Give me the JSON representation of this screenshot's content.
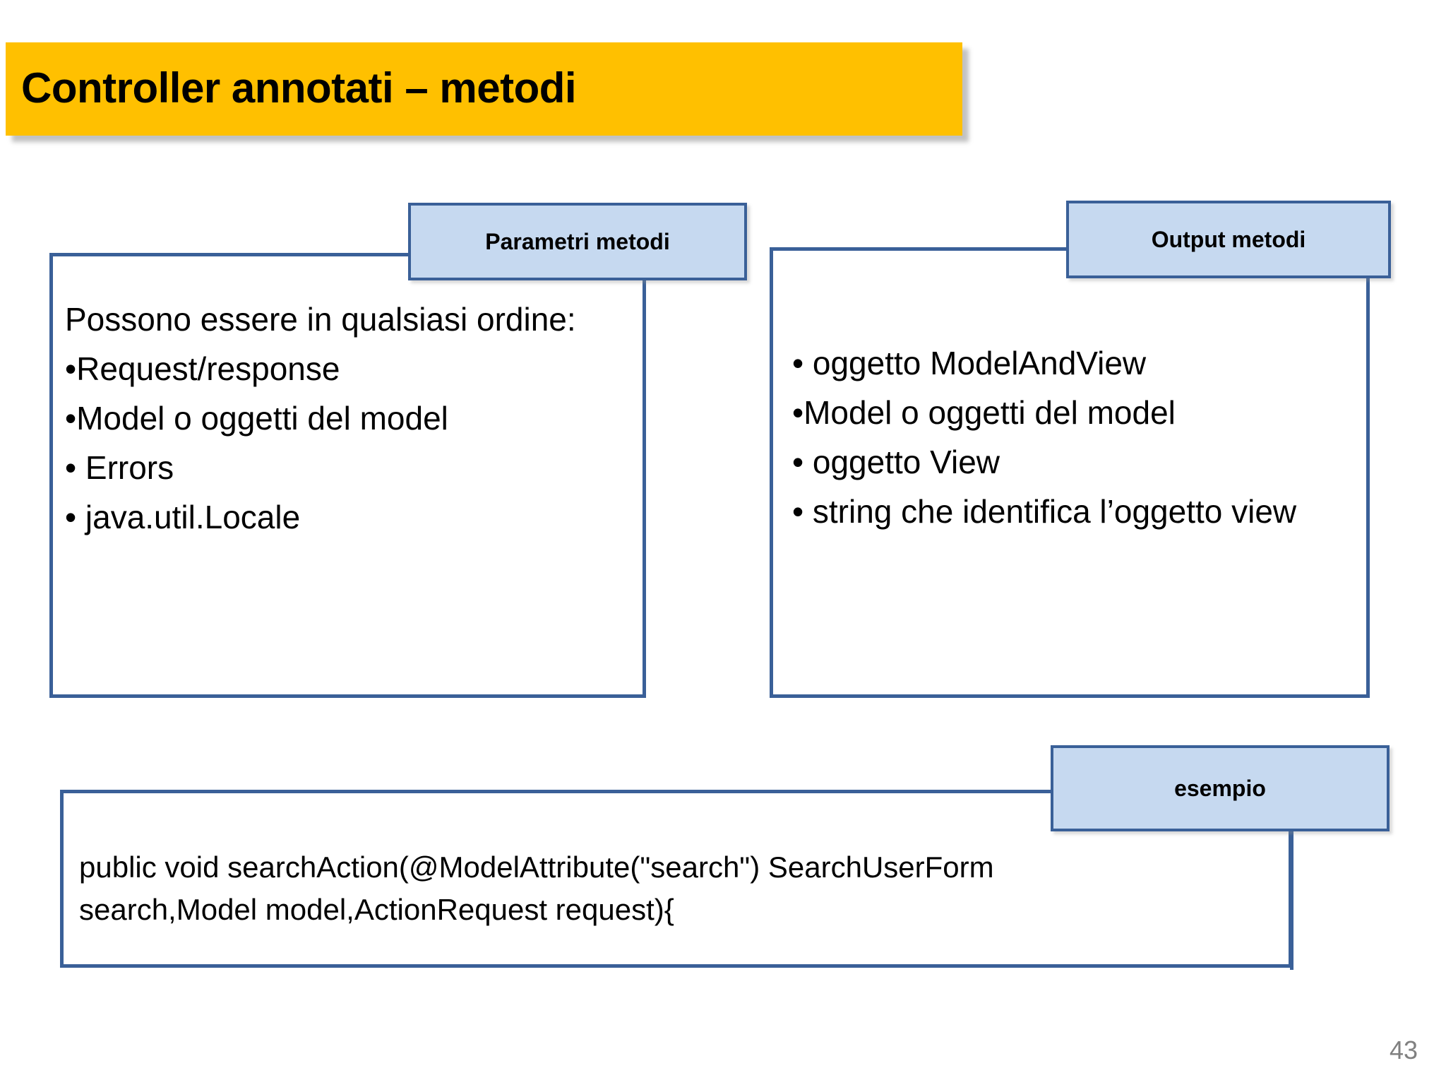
{
  "slide": {
    "title": "Controller annotati – metodi",
    "page_number": "43",
    "colors": {
      "title_background": "#FFC000",
      "callout_fill": "#C6D9F0",
      "callout_border": "#3A6098",
      "page_number_color": "#808080"
    }
  },
  "parametri_metodi": {
    "label": "Parametri metodi",
    "lines": [
      "Possono essere in qualsiasi ordine:",
      "•Request/response",
      "•Model o oggetti del model",
      "• Errors",
      "• java.util.Locale"
    ],
    "intro": "Possono essere in qualsiasi ordine:",
    "bullets": [
      "•Request/response",
      "•Model o oggetti del model",
      "• Errors",
      "• java.util.Locale"
    ]
  },
  "output_metodi": {
    "label": "Output metodi",
    "bullets": [
      "• oggetto ModelAndView",
      "•Model o oggetti del model",
      "• oggetto View",
      "• string che identifica l’oggetto view"
    ]
  },
  "esempio": {
    "label": "esempio",
    "code_lines": [
      "public void searchAction(@ModelAttribute(\"search\") SearchUserForm",
      "search,Model model,ActionRequest request){"
    ]
  }
}
